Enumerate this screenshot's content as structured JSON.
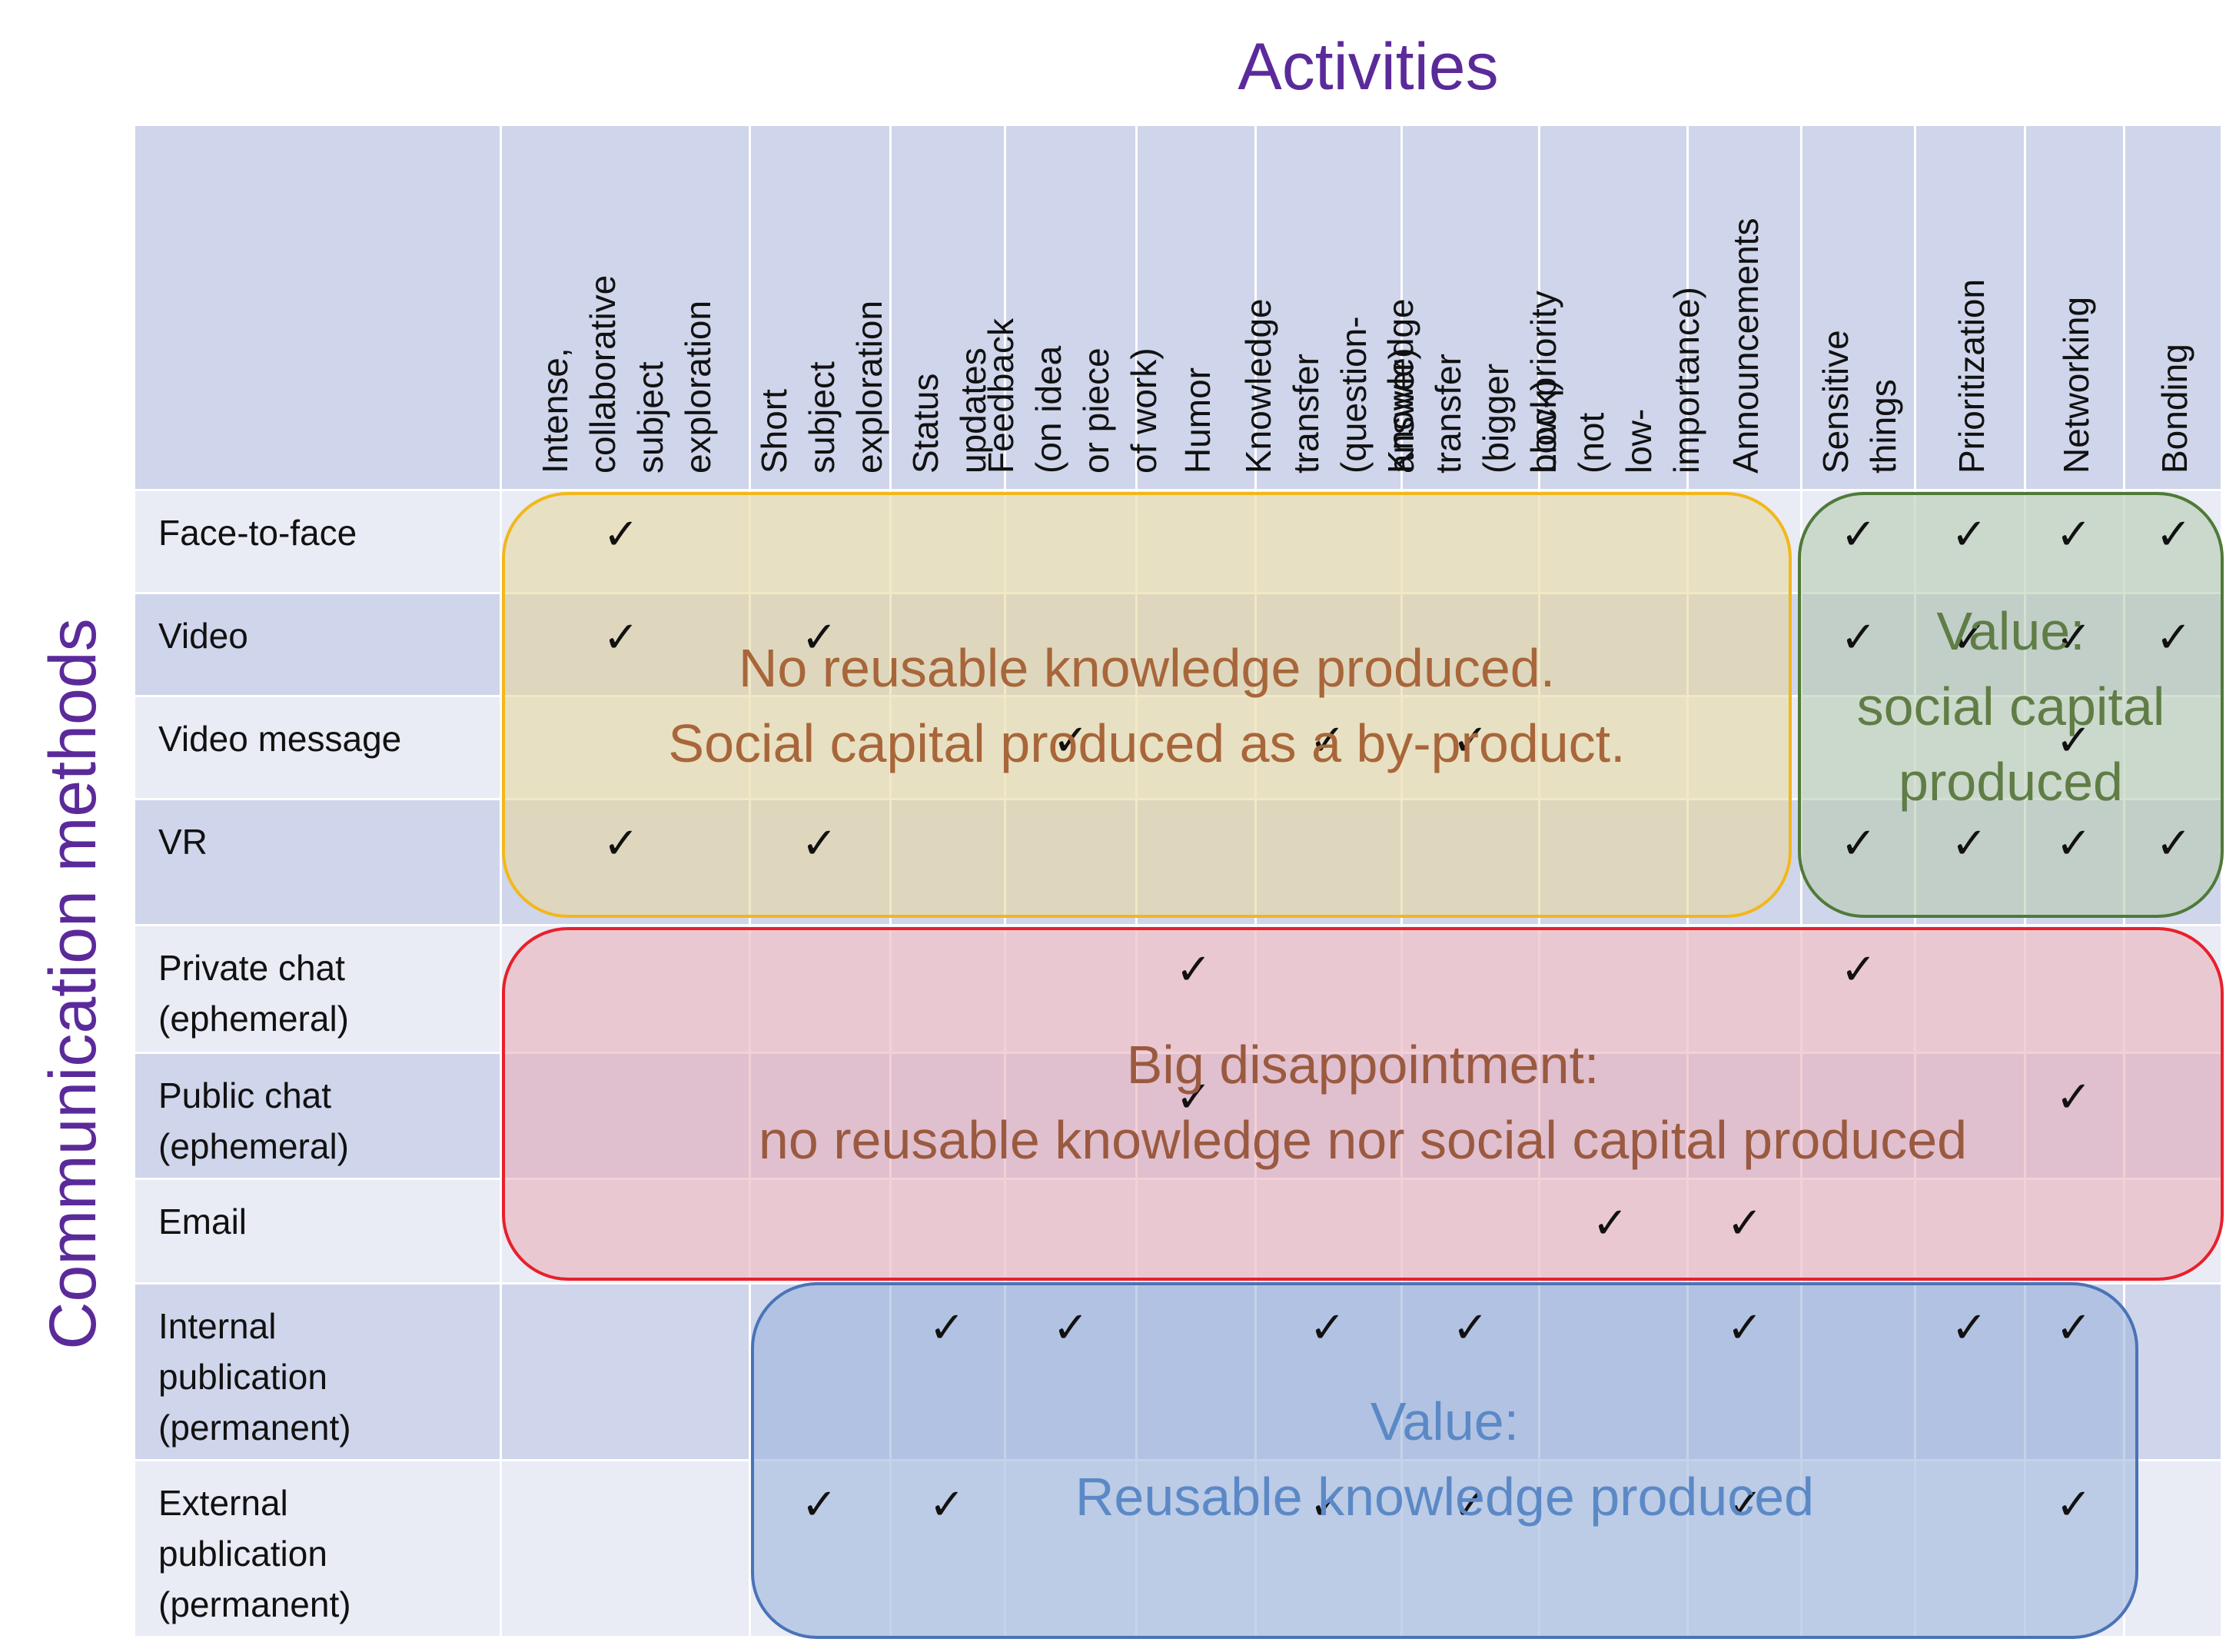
{
  "title_top": "Activities",
  "title_side": "Communication methods",
  "columns": [
    "Intense,\ncollaborative\nsubject exploration",
    "Short subject\nexploration",
    "Status updates",
    "Feedback (on idea\nor piece of work)",
    "Humor",
    "Knowledge transfer\n(question-answer)",
    "Knowledge transfer\n(bigger block)",
    "Low-priority (not\nlow-importance)",
    "Announcements",
    "Sensitive things",
    "Prioritization",
    "Networking",
    "Bonding"
  ],
  "rows": [
    {
      "label": "Face-to-face",
      "checks": [
        0,
        9,
        10,
        11,
        12
      ]
    },
    {
      "label": "Video",
      "checks": [
        0,
        1,
        9,
        10,
        11,
        12
      ]
    },
    {
      "label": "Video message",
      "checks": [
        3,
        5,
        6,
        11
      ]
    },
    {
      "label": "VR",
      "checks": [
        0,
        1,
        9,
        10,
        11,
        12
      ]
    },
    {
      "label": "Private chat\n(ephemeral)",
      "checks": [
        4,
        9
      ]
    },
    {
      "label": "Public chat\n(ephemeral)",
      "checks": [
        4,
        11
      ]
    },
    {
      "label": "Email",
      "checks": [
        7,
        8
      ]
    },
    {
      "label": "Internal\npublication\n(permanent)",
      "checks": [
        2,
        3,
        5,
        6,
        8,
        10,
        11
      ]
    },
    {
      "label": "External\npublication\n(permanent)",
      "checks": [
        1,
        2,
        5,
        6,
        8,
        11
      ]
    }
  ],
  "check_symbol": "✓",
  "regions": [
    {
      "id": "yellow",
      "text": "No reusable knowledge produced.\nSocial capital produced as a by-product.",
      "fill": "#e8d9a0",
      "border": "#f2b71a",
      "text_color": "#a8663a"
    },
    {
      "id": "green",
      "text": "Value:\nsocial capital\nproduced",
      "fill": "#b7ccb0",
      "border": "#4e7a37",
      "text_color": "#5f7d45"
    },
    {
      "id": "red",
      "text": "Big disappointment:\nno reusable knowledge nor social capital produced",
      "fill": "#ebb0bb",
      "border": "#e8202a",
      "text_color": "#9a5a40"
    },
    {
      "id": "blue",
      "text": "Value:\nReusable knowledge produced",
      "fill": "#9fb6dc",
      "border": "#4a73b8",
      "text_color": "#5b89c6"
    }
  ],
  "colors": {
    "title": "#5b2a9a",
    "band_dark": "#cfd5ea",
    "band_light": "#e9ebf5",
    "grid_line": "#ffffff"
  }
}
